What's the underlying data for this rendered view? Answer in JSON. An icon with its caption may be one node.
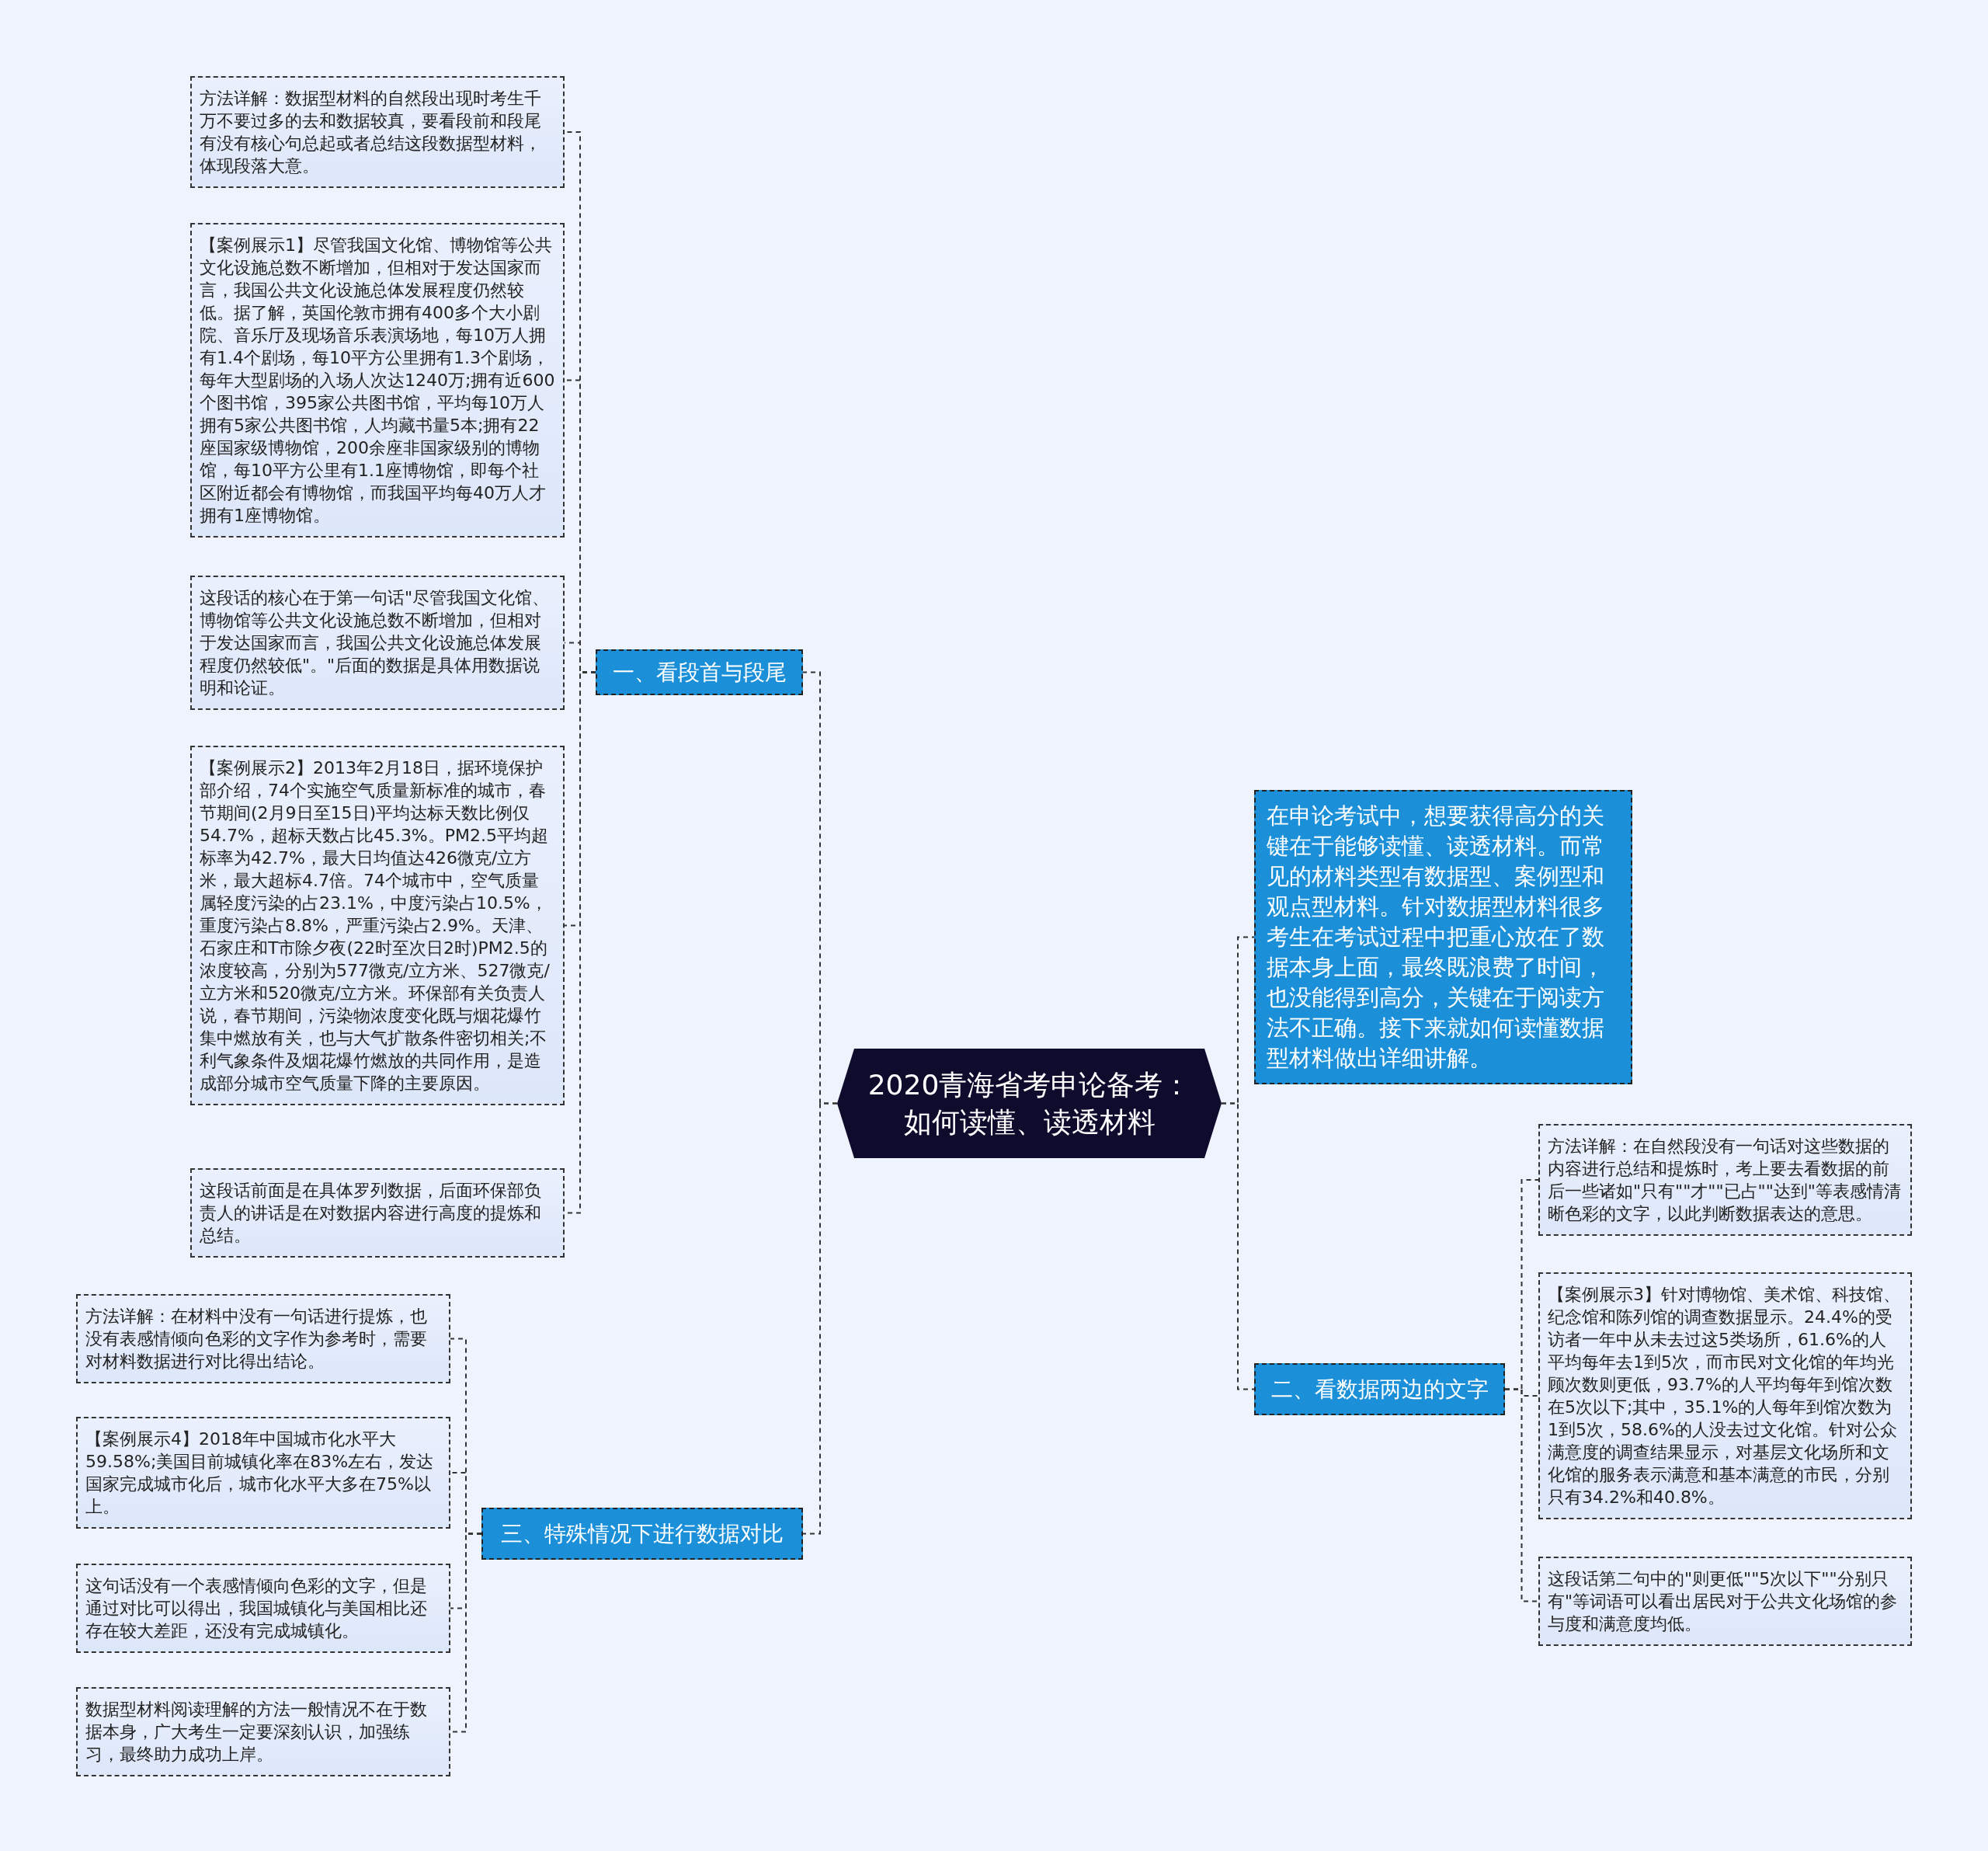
{
  "diagram": {
    "nodes": [
      {
        "text": [
          "2020青海省考申论备考：如何读懂、读透材料"
        ]
      },
      {
        "text": [
          "一、看段首与段尾"
        ]
      },
      {
        "text": [
          "方法详解：数据型材料的自然段出现时考生千万不要过多的去和数据较真，要看段前和段尾有没有核心句总起或者总结这段数据型材料，体现段落大意。"
        ]
      },
      {
        "text": [
          "【案例展示1】尽管我国文化馆、博物馆等公共文化设施总数不断增加，但相对于发达国家而言，我国公共文化设施总体发展程度仍然较低。据了解，英国伦敦市拥有400多个大小剧院、音乐厅及现场音乐表演场地，每10万人拥有1.4个剧场，每10平方公里拥有1.3个剧场，每年大型剧场的入场人次达1240万;拥有近600个图书馆，395家公共图书馆，平均每10万人拥有5家公共图书馆，人均藏书量5本;拥有22座国家级博物馆，200余座非国家级别的博物馆，每10平方公里有1.1座博物馆，即每个社区附近都会有博物馆，而我国平均每40万人才拥有1座博物馆。"
        ]
      },
      {
        "text": [
          "这段话的核心在于第一句话\"尽管我国文化馆、博物馆等公共文化设施总数不断增加，但相对于发达国家而言，我国公共文化设施总体发展程度仍然较低\"。\"后面的数据是具体用数据说明和论证。"
        ]
      },
      {
        "text": [
          "【案例展示2】2013年2月18日，据环境保护部介绍，74个实施空气质量新标准的城市，春节期间(2月9日至15日)平均达标天数比例仅54.7%，超标天数占比45.3%。PM2.5平均超标率为42.7%，最大日均值达426微克/立方米，最大超标4.7倍。74个城市中，空气质量属轻度污染的占23.1%，中度污染占10.5%，重度污染占8.8%，严重污染占2.9%。天津、石家庄和T市除夕夜(22时至次日2时)PM2.5的浓度较高，分别为577微克/立方米、527微克/立方米和520微克/立方米。环保部有关负责人说，春节期间，污染物浓度变化既与烟花爆竹集中燃放有关，也与大气扩散条件密切相关;不利气象条件及烟花爆竹燃放的共同作用，是造成部分城市空气质量下降的主要原因。"
        ]
      },
      {
        "text": [
          "这段话前面是在具体罗列数据，后面环保部负责人的讲话是在对数据内容进行高度的提炼和总结。"
        ]
      },
      {
        "text": [
          "三、特殊情况下进行数据对比"
        ]
      },
      {
        "text": [
          "方法详解：在材料中没有一句话进行提炼，也没有表感情倾向色彩的文字作为参考时，需要对材料数据进行对比得出结论。"
        ]
      },
      {
        "text": [
          "【案例展示4】2018年中国城市化水平大59.58%;美国目前城镇化率在83%左右，发达国家完成城市化后，城市化水平大多在75%以上。"
        ]
      },
      {
        "text": [
          "这句话没有一个表感情倾向色彩的文字，但是通过对比可以得出，我国城镇化与美国相比还存在较大差距，还没有完成城镇化。"
        ]
      },
      {
        "text": [
          "数据型材料阅读理解的方法一般情况不在于数据本身，广大考生一定要深刻认识，加强练习，最终助力成功上岸。"
        ]
      },
      {
        "text": [
          "在申论考试中，想要获得高分的关键在于能够读懂、读透材料。而常见的材料类型有数据型、案例型和观点型材料。针对数据型材料很多考生在考试过程中把重心放在了数据本身上面，最终既浪费了时间，也没能得到高分，关键在于阅读方法不正确。接下来就如何读懂数据型材料做出详细讲解。"
        ]
      },
      {
        "text": [
          "二、看数据两边的文字"
        ]
      },
      {
        "text": [
          "方法详解：在自然段没有一句话对这些数据的内容进行总结和提炼时，考上要去看数据的前后一些诸如\"只有\"\"才\"\"已占\"\"达到\"等表感情清晰色彩的文字，以此判断数据表达的意思。"
        ]
      },
      {
        "text": [
          "【案例展示3】针对博物馆、美术馆、科技馆、纪念馆和陈列馆的调查数据显示。24.4%的受访者一年中从未去过这5类场所，61.6%的人平均每年去1到5次，而市民对文化馆的年均光顾次数则更低，93.7%的人平均每年到馆次数在5次以下;其中，35.1%的人每年到馆次数为1到5次，58.6%的人没去过文化馆。针对公众满意度的调查结果显示，对基层文化场所和文化馆的服务表示满意和基本满意的市民，分别只有34.2%和40.8%。"
        ]
      },
      {
        "text": [
          "这段话第二句中的\"则更低\"\"5次以下\"\"分别只有\"等词语可以看出居民对于公共文化场馆的参与度和满意度均低。"
        ]
      }
    ],
    "edges": [
      {
        "from": 0,
        "to": 1,
        "arrow": "none"
      },
      {
        "from": 1,
        "to": 2,
        "arrow": "none"
      },
      {
        "from": 1,
        "to": 3,
        "arrow": "none"
      },
      {
        "from": 1,
        "to": 4,
        "arrow": "none"
      },
      {
        "from": 1,
        "to": 5,
        "arrow": "none"
      },
      {
        "from": 1,
        "to": 6,
        "arrow": "none"
      },
      {
        "from": 0,
        "to": 7,
        "arrow": "none"
      },
      {
        "from": 7,
        "to": 8,
        "arrow": "none"
      },
      {
        "from": 7,
        "to": 9,
        "arrow": "none"
      },
      {
        "from": 7,
        "to": 10,
        "arrow": "none"
      },
      {
        "from": 7,
        "to": 11,
        "arrow": "none"
      },
      {
        "from": 0,
        "to": 12,
        "arrow": "none"
      },
      {
        "from": 0,
        "to": 13,
        "arrow": "none"
      },
      {
        "from": 13,
        "to": 14,
        "arrow": "none"
      },
      {
        "from": 13,
        "to": 15,
        "arrow": "none"
      },
      {
        "from": 13,
        "to": 16,
        "arrow": "none"
      }
    ]
  }
}
